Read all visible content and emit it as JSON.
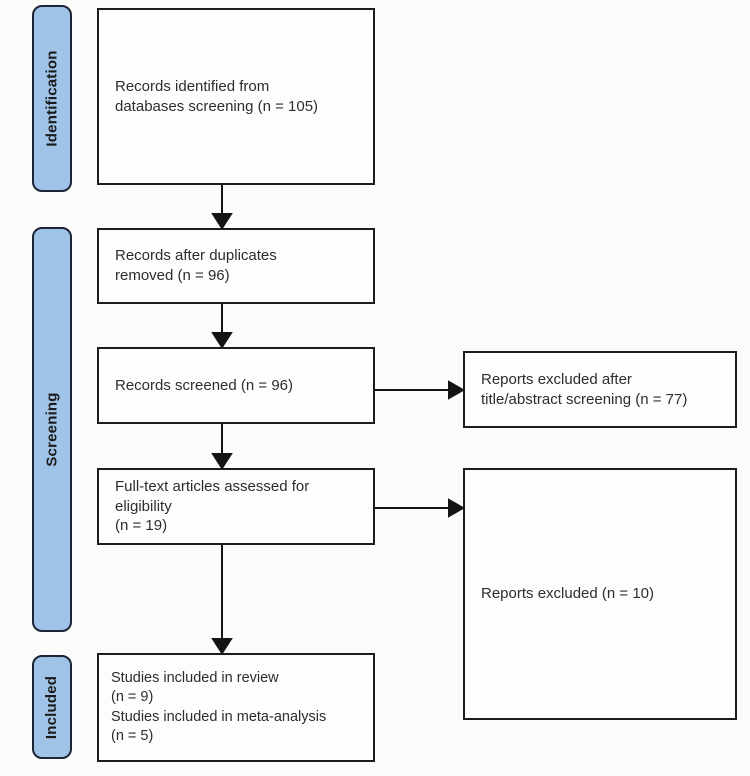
{
  "colors": {
    "stage_fill": "#a0c4e7",
    "stage_border": "#1d2433",
    "box_border": "#1c1c1c",
    "box_fill": "#fdfdfc",
    "background": "#fbfbfa",
    "arrow": "#141414",
    "text": "#2d2d2d"
  },
  "stages": [
    {
      "id": "identification",
      "label": "Identification"
    },
    {
      "id": "screening",
      "label": "Screening"
    },
    {
      "id": "included",
      "label": "Included"
    }
  ],
  "boxes": {
    "identified": {
      "text": "Records identified from\ndatabases screening (n = 105)"
    },
    "deduplicated": {
      "text": "Records after duplicates\nremoved (n = 96)"
    },
    "screened": {
      "text": "Records screened (n = 96)"
    },
    "fulltext": {
      "text": "Full-text articles assessed for\neligibility\n(n = 19)"
    },
    "included": {
      "text": "Studies included in review\n(n = 9)\nStudies included in meta-analysis\n(n = 5)"
    },
    "excluded_title_abstract": {
      "text": "Reports excluded after\ntitle/abstract screening (n = 77)"
    },
    "excluded_fulltext": {
      "text": "Reports excluded (n = 10)"
    }
  },
  "counts": {
    "identified": 105,
    "after_duplicates_removed": 96,
    "screened": 96,
    "excluded_title_abstract": 77,
    "fulltext_assessed": 19,
    "excluded_fulltext": 10,
    "included_in_review": 9,
    "included_in_meta_analysis": 5
  }
}
